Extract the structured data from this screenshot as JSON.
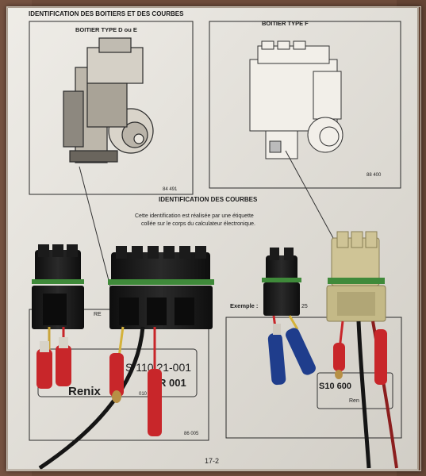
{
  "document": {
    "header": "IDENTIFICATION DES BOITIERS ET DES COURBES",
    "left_panel_title": "BOITIER TYPE D ou E",
    "left_panel_ref": "84 491",
    "right_panel_title": "BOITIER TYPE F",
    "right_panel_ref": "88 400",
    "section_title": "IDENTIFICATION DES COURBES",
    "caption_line1": "Cette identification est réalisée par une étiquette",
    "caption_line2": "collée sur le corps du calculateur électronique.",
    "label_left_fragment": "RE",
    "label_left_partno": "S 110 ?1-001",
    "label_left_brand": "Renix",
    "label_left_code": "R 001",
    "label_left_small": "010",
    "label_left_ref": "86 005",
    "exemple_text": "Exemple :",
    "exemple_suffix": "25",
    "label_right_partno": "S10 600",
    "label_right_brand": "Ren",
    "page_number": "17-2"
  },
  "colors": {
    "paper": "#e9e6df",
    "connector": "#1b1b1b",
    "connector_beige": "#cfc496",
    "seal_green": "#3f8a3a",
    "terminal_red": "#c8262a",
    "terminal_blue": "#1f3d8c",
    "wire_black": "#151515"
  }
}
